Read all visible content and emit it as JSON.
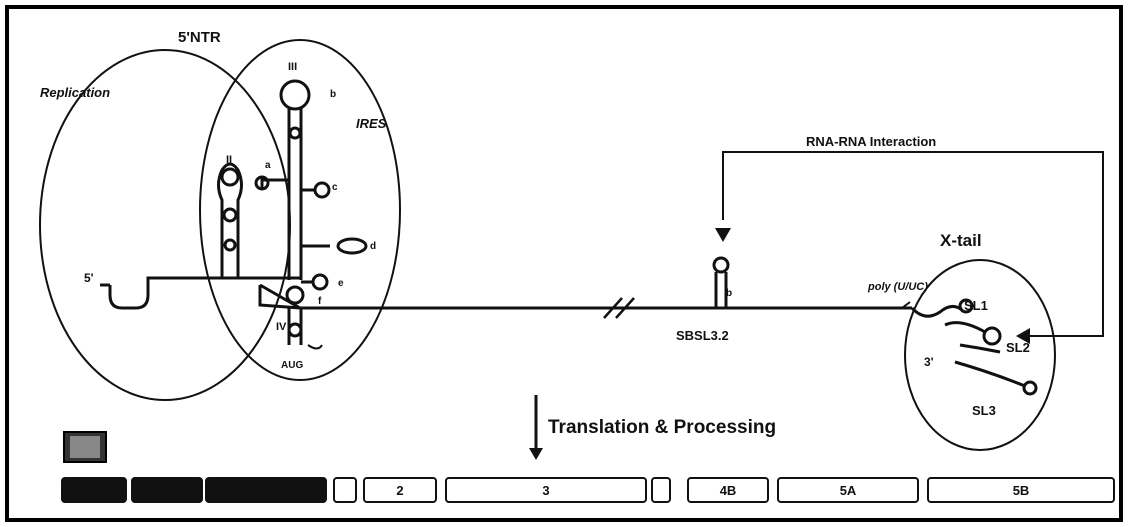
{
  "colors": {
    "ink": "#111111",
    "background": "#ffffff",
    "border": "#000000",
    "box_fill": "#ffffff",
    "dark_box": "#111111"
  },
  "labels": {
    "ntr5": "5'NTR",
    "replication": "Replication",
    "ires": "IRES",
    "domain_iii": "III",
    "domain_ii": "II",
    "domain_iv": "IV",
    "loop_a": "a",
    "loop_b": "b",
    "loop_c": "c",
    "loop_d": "d",
    "loop_e": "e",
    "loop_f": "f",
    "five_prime": "5'",
    "aug": "AUG",
    "rna_interaction": "RNA-RNA Interaction",
    "xtail": "X-tail",
    "poly": "poly (U/UC)",
    "sl1": "SL1",
    "sl2": "SL2",
    "sl3": "SL3",
    "three_prime": "3'",
    "sbsl": "SBSL3.2",
    "sbsl_loop": "b",
    "translation": "Translation & Processing"
  },
  "genome": [
    {
      "label": ""
    },
    {
      "label": ""
    },
    {
      "label": ""
    },
    {
      "label": ""
    },
    {
      "label": "2"
    },
    {
      "label": "3"
    },
    {
      "label": ""
    },
    {
      "label": "4B"
    },
    {
      "label": "5A"
    },
    {
      "label": "5B"
    }
  ]
}
